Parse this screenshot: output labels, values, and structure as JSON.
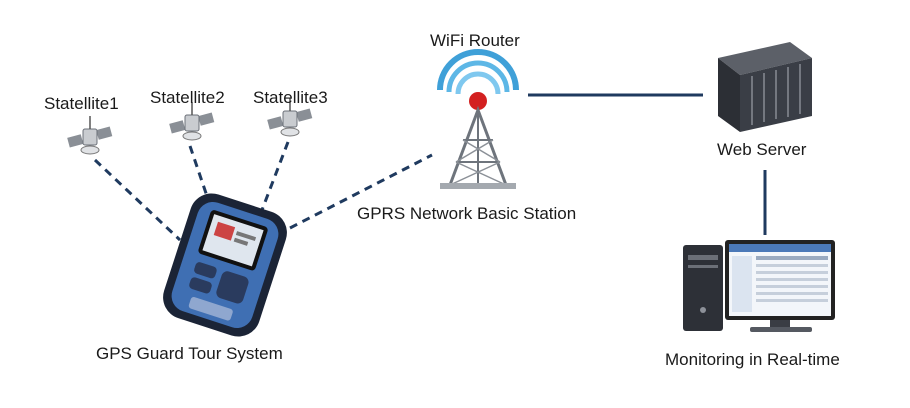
{
  "labels": {
    "satellite1": "Statellite1",
    "satellite2": "Statellite2",
    "satellite3": "Statellite3",
    "wifi_router": "WiFi Router",
    "gprs_station": "GPRS Network Basic Station",
    "web_server": "Web Server",
    "device": "GPS Guard Tour System",
    "monitoring": "Monitoring in Real-time"
  },
  "icons": {
    "satellite": "satellite-icon",
    "tower": "radio-tower-icon",
    "server": "server-rack-icon",
    "device": "handheld-gps-device-icon",
    "monitor": "desktop-computer-icon"
  },
  "colors": {
    "link": "#1f3a5f",
    "device_blue": "#3f6fb3",
    "device_dark": "#1b2436",
    "signal_blue": "#3fa0d8",
    "beacon_red": "#d32020"
  }
}
